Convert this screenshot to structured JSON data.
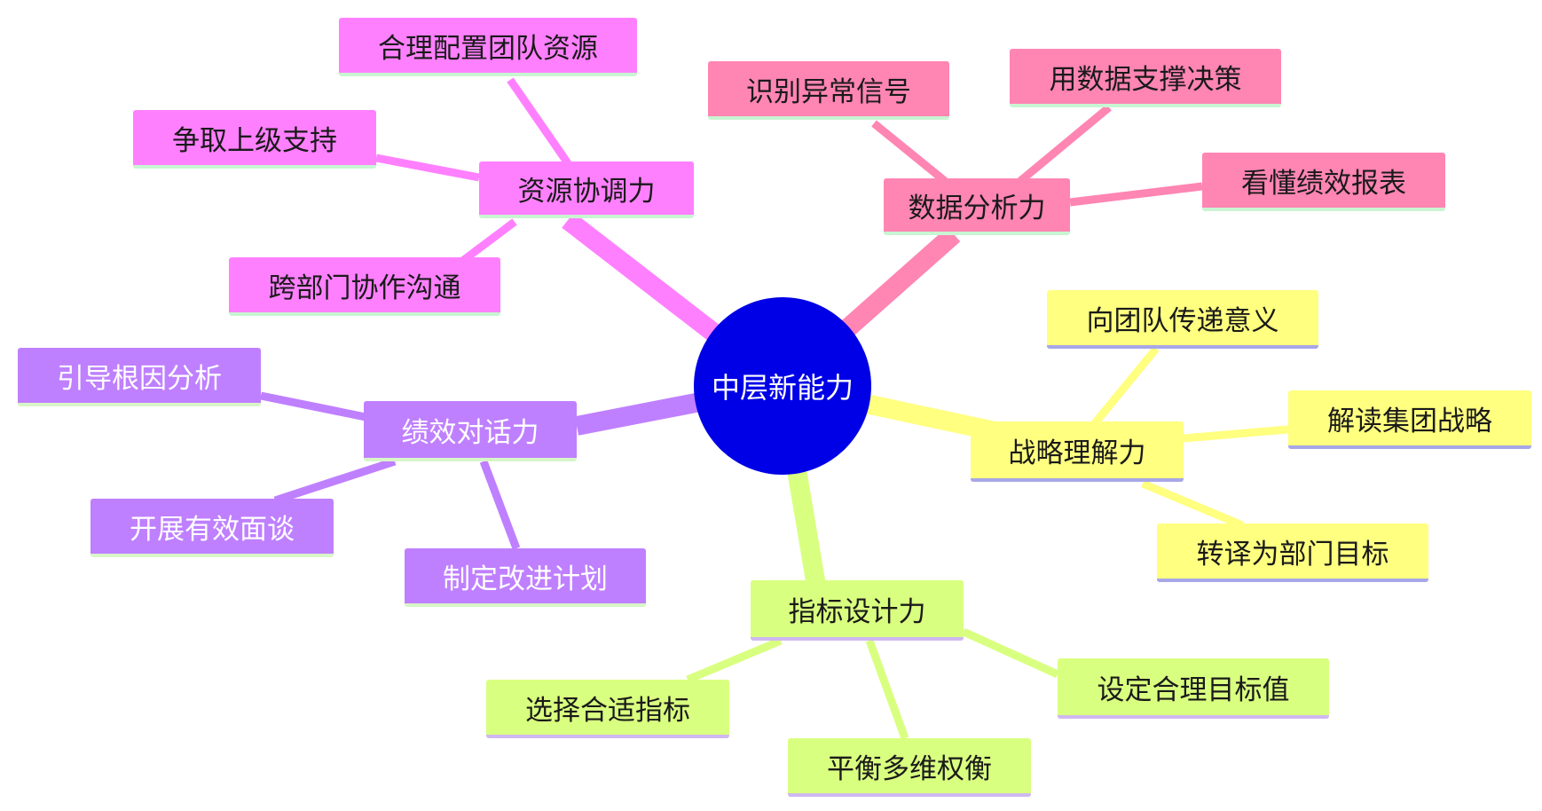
{
  "center": {
    "label": "中层新能力",
    "color": "#0000e6"
  },
  "branches": [
    {
      "id": "resource",
      "label": "资源协调力",
      "color": "#ff80ff",
      "accent": "#c8f5d2",
      "light_text": false,
      "children": [
        "合理配置团队资源",
        "争取上级支持",
        "跨部门协作沟通"
      ]
    },
    {
      "id": "data",
      "label": "数据分析力",
      "color": "#ff85b3",
      "accent": "#c8f5d2",
      "light_text": false,
      "children": [
        "识别异常信号",
        "用数据支撑决策",
        "看懂绩效报表"
      ]
    },
    {
      "id": "strategy",
      "label": "战略理解力",
      "color": "#ffff80",
      "accent": "#a7a7e8",
      "light_text": false,
      "children": [
        "向团队传递意义",
        "解读集团战略",
        "转译为部门目标"
      ]
    },
    {
      "id": "metric",
      "label": "指标设计力",
      "color": "#d9ff80",
      "accent": "#cfb8f0",
      "light_text": false,
      "children": [
        "选择合适指标",
        "平衡多维权衡",
        "设定合理目标值"
      ]
    },
    {
      "id": "performance",
      "label": "绩效对话力",
      "color": "#bf80ff",
      "accent": "#d8f5c8",
      "light_text": true,
      "children": [
        "引导根因分析",
        "开展有效面谈",
        "制定改进计划"
      ]
    }
  ]
}
